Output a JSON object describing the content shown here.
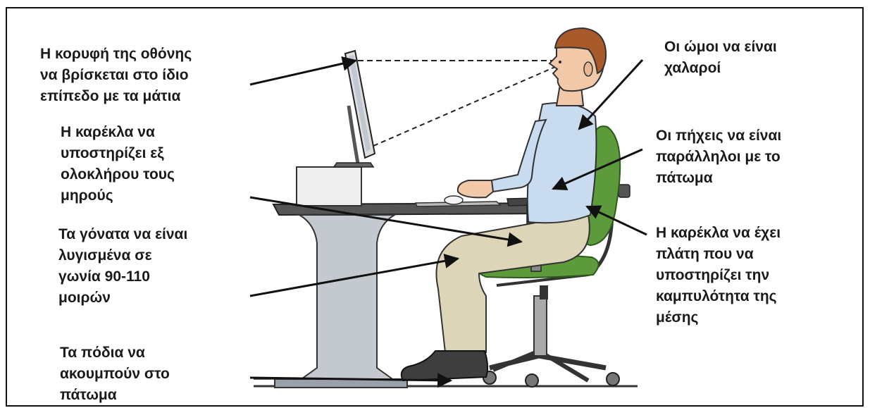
{
  "labels": {
    "screen_top": "Η κορυφή της οθόνης\nνα βρίσκεται στο ίδιο\nεπίπεδο με τα μάτια",
    "chair_thighs": "Η καρέκλα να\nυποστηρίζει εξ\nολοκλήρου τους\nμηρούς",
    "knees": "Τα γόνατα να είναι\nλυγισμένα σε\nγωνία 90-110\nμοιρών",
    "feet": "Τα πόδια να\nακουμπούν στο\nπάτωμα",
    "shoulders": "Οι ώμοι να είναι\nχαλαροί",
    "forearms": "Οι πήχεις να είναι\nπαράλληλοι με το\nπάτωμα",
    "backrest": "Η καρέκλα να έχει\nπλάτη που να\nυποστηρίζει την\nκαμπυλότητα της\nμέσης"
  },
  "colors": {
    "chair_green": "#5c9a3c",
    "shirt_blue": "#c9dcef",
    "pants_khaki": "#ddd5b8",
    "skin": "#f2c9a8",
    "hair": "#a85a2a",
    "desk_gray": "#c4c9cf",
    "shoe": "#3e3e3e"
  }
}
